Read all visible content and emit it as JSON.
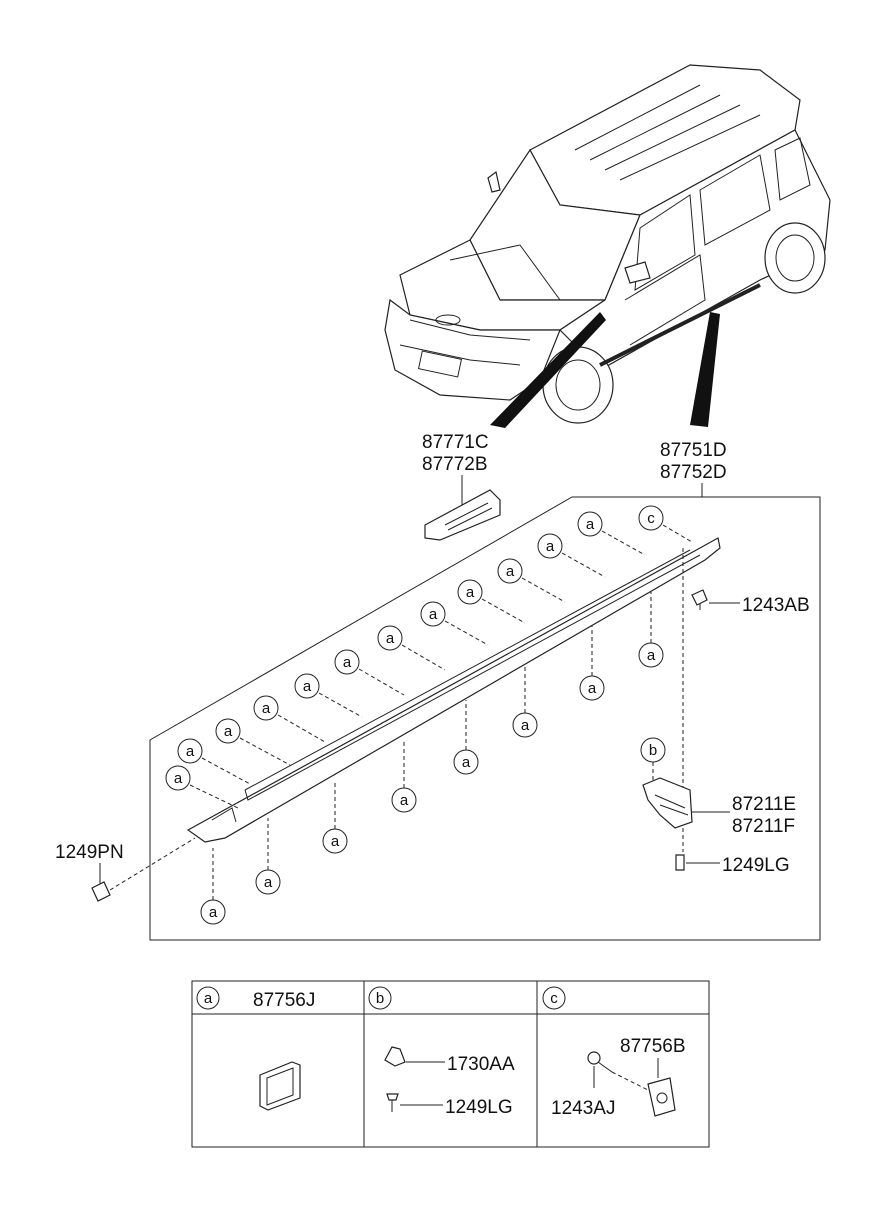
{
  "part_labels": {
    "emblem_left": "87771C",
    "emblem_right": "87772B",
    "side_sill_left": "87751D",
    "side_sill_right": "87752D",
    "screw_top": "1243AB",
    "bracket_left": "87211E",
    "bracket_right": "87211F",
    "screw_bottom": "1249LG",
    "screw_front": "1249PN"
  },
  "callouts": {
    "a": "a",
    "b": "b",
    "c": "c"
  },
  "legend": {
    "col_a": {
      "key": "a",
      "title": "87756J"
    },
    "col_b": {
      "key": "b",
      "items": [
        "1730AA",
        "1249LG"
      ]
    },
    "col_c": {
      "key": "c",
      "items": [
        "87756B",
        "1243AJ"
      ]
    }
  }
}
